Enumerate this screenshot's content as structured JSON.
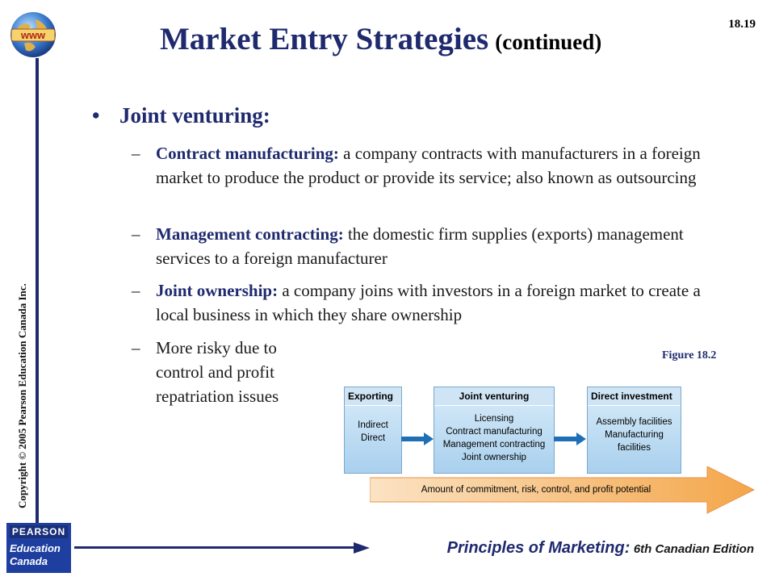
{
  "slide_number": "18.19",
  "title": {
    "main": "Market Entry Strategies",
    "suffix": "(continued)"
  },
  "copyright": "Copyright © 2005 Pearson Education Canada Inc.",
  "bullet": {
    "label": "Joint venturing:"
  },
  "subitems": [
    {
      "term": "Contract manufacturing:",
      "text": " a company contracts with manufacturers in a foreign market to produce the product or provide its service; also known as outsourcing"
    },
    {
      "term": "Management contracting:",
      "text": " the domestic firm supplies (exports) management services to a foreign manufacturer"
    },
    {
      "term": "Joint ownership:",
      "text": " a company joins with investors in a foreign market to create a local business in which they share ownership"
    },
    {
      "term": "",
      "text": "More risky due to control and profit repatriation issues"
    }
  ],
  "dash": "–",
  "figure_caption": "Figure 18.2",
  "diagram": {
    "boxes": [
      {
        "heading": "Exporting",
        "items": [
          "Indirect",
          "Direct"
        ]
      },
      {
        "heading": "Joint venturing",
        "items": [
          "Licensing",
          "Contract manufacturing",
          "Management contracting",
          "Joint ownership"
        ]
      },
      {
        "heading": "Direct investment",
        "items": [
          "Assembly facilities",
          "Manufacturing",
          "facilities"
        ]
      }
    ],
    "commitment_label": "Amount of commitment, risk, control, and profit potential",
    "colors": {
      "box": "#a9d0ee",
      "arrow": "#1f6fb6",
      "commit_arrow": "#f4a64a"
    }
  },
  "logo": {
    "globe_text": "www",
    "pearson_top": "PEARSON",
    "pearson_line1": "Education",
    "pearson_line2": "Canada"
  },
  "footer": {
    "main": "Principles of Marketing:",
    "edition": "6th Canadian Edition"
  },
  "colors": {
    "navy": "#1f2a6e"
  }
}
